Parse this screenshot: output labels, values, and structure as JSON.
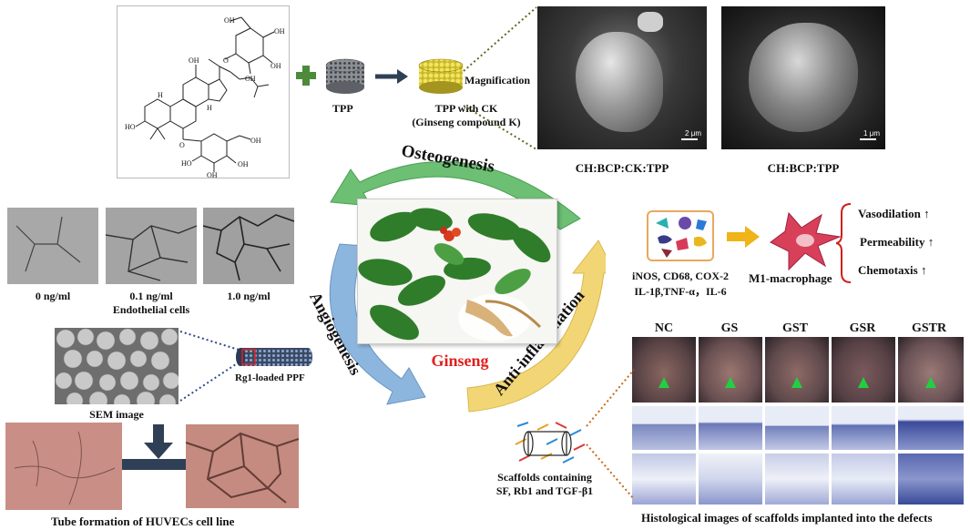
{
  "colors": {
    "green_arrow": "#6cbf73",
    "blue_arrow": "#8db6df",
    "yellow_arrow": "#f2d676",
    "ginseng_label": "#e0201c",
    "plus": "#4c8b3a",
    "dark_arrow": "#2f3f55",
    "m1_cell": "#d8405a"
  },
  "cycle": {
    "osteogenesis": "Osteogenesis",
    "angiogenesis": "Angiogenesis",
    "anti_inflammation": "Anti-inflammation",
    "center": "Ginseng"
  },
  "osteo": {
    "tpp": "TPP",
    "tpp_ck_line1": "TPP with  CK",
    "tpp_ck_line2": "(Ginseng compound K)",
    "magnification": "Magnification",
    "sem1_caption": "CH:BCP:CK:TPP",
    "sem2_caption": "CH:BCP:TPP",
    "sem1_scale": "2 μm",
    "sem2_scale": "1 μm",
    "mol_labels": {
      "oh": "OH",
      "ho": "HO",
      "h": "H",
      "o": "O"
    }
  },
  "angio": {
    "endo_panels": [
      "0 ng/ml",
      "0.1 ng/ml",
      "1.0 ng/ml"
    ],
    "endo_caption": "Endothelial cells",
    "sem_caption": "SEM image",
    "rg1_label": "Rg1-loaded PPF",
    "tube_caption": "Tube formation  of HUVECs cell line"
  },
  "inflam": {
    "markers_line1": "iNOS, CD68, COX-2",
    "markers_line2": "IL-1β,TNF-α，IL-6",
    "m1": "M1-macrophage",
    "effects": [
      "Vasodilation ↑",
      "Permeability ↑",
      "Chemotaxis ↑"
    ],
    "groups": [
      "NC",
      "GS",
      "GST",
      "GSR",
      "GSTR"
    ],
    "scaffold_line1": "Scaffolds containing",
    "scaffold_line2": "SF, Rb1 and TGF-β1",
    "histo_caption": "Histological images of scaffolds implanted  into the defects"
  }
}
